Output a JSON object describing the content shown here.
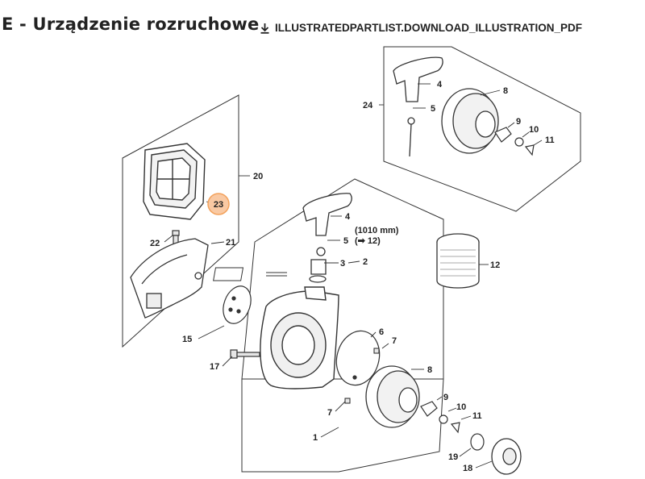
{
  "header": {
    "title": "E - Urządzenie rozruchowe",
    "download_label": "ILLUSTRATEDPARTLIST.DOWNLOAD_ILLUSTRATION_PDF"
  },
  "illustration": {
    "highlight_color": "#f3a25c",
    "callouts": {
      "c1": "1",
      "c2": "2",
      "c3": "3",
      "c4a": "4",
      "c4b": "4",
      "c5a": "5",
      "c5b": "5",
      "c6": "6",
      "c7a": "7",
      "c7b": "7",
      "c8a": "8",
      "c8b": "8",
      "c9a": "9",
      "c9b": "9",
      "c10a": "10",
      "c10b": "10",
      "c11a": "11",
      "c11b": "11",
      "c12": "12",
      "c15": "15",
      "c17": "17",
      "c18": "18",
      "c19": "19",
      "c20": "20",
      "c21": "21",
      "c22": "22",
      "c23": "23",
      "c24": "24"
    },
    "rope_length": "(1010 mm)",
    "rope_ref": "(➡ 12)"
  }
}
